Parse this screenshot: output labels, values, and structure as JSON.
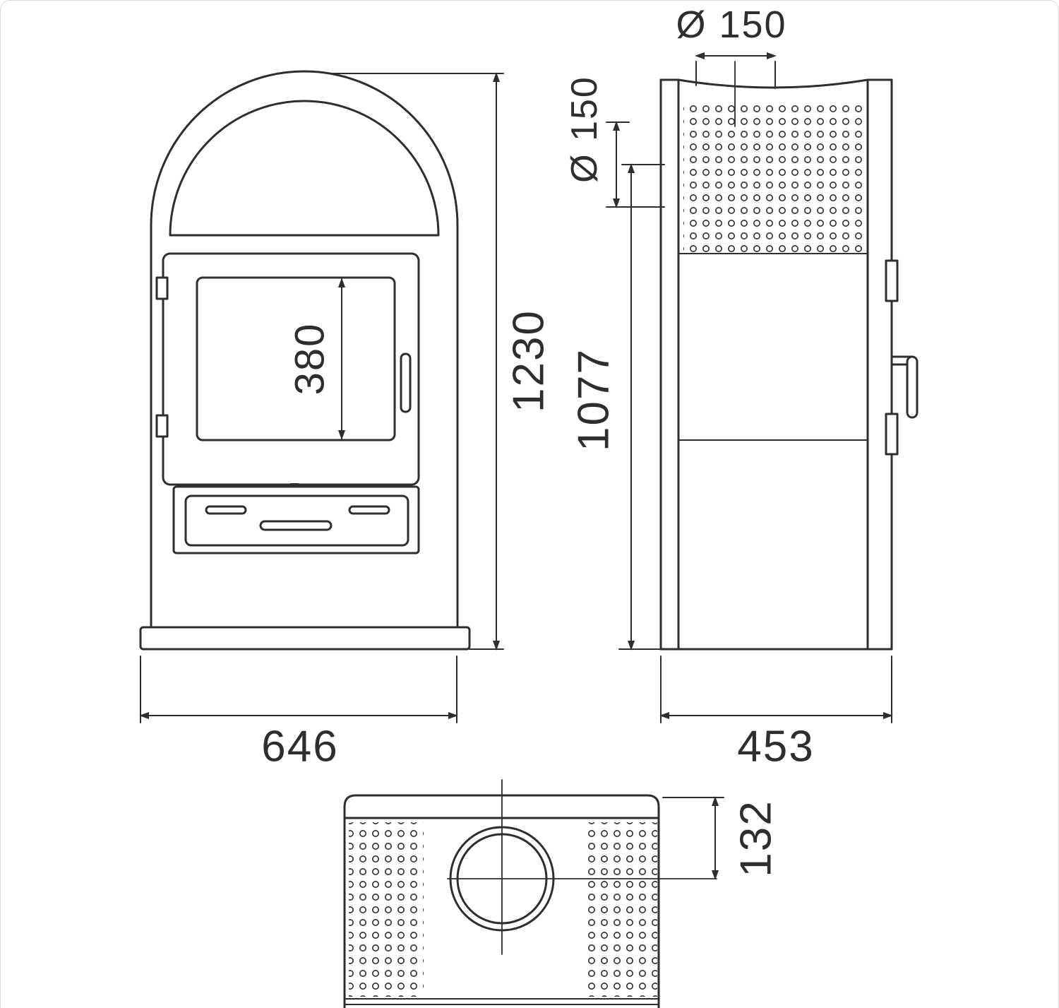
{
  "colors": {
    "ink": "#2e2e2e",
    "background": "#ffffff",
    "frame_border": "#d9d9d9"
  },
  "views": {
    "front": {
      "dims": {
        "glass_height": "380",
        "overall_height": "1230",
        "overall_width": "646"
      }
    },
    "side": {
      "dims": {
        "top_flue_diameter": "Ø 150",
        "rear_flue_diameter": "Ø 150",
        "rear_flue_center_height": "1077",
        "overall_depth": "453"
      }
    },
    "top": {
      "dims": {
        "flue_center_to_back": "132"
      }
    }
  }
}
